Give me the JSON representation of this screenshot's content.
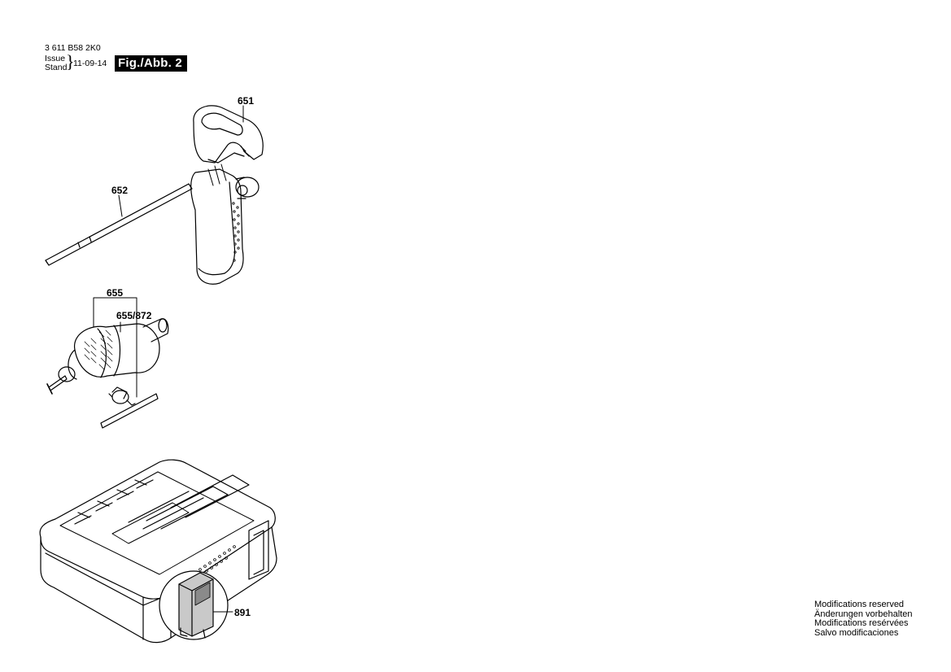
{
  "header": {
    "document_number": "3 611 B58 2K0",
    "issue_label": "Issue",
    "stand_label": "Stand",
    "issue_date": "11-09-14",
    "figure_label": "Fig./Abb. 2"
  },
  "parts": {
    "p651": "651",
    "p652": "652",
    "p655": "655",
    "p655_872": "655/872",
    "p891": "891"
  },
  "footer": {
    "line1": "Modifications reserved",
    "line2": "Änderungen vorbehalten",
    "line3": "Modifications resérvées",
    "line4": "Salvo modificaciones"
  }
}
